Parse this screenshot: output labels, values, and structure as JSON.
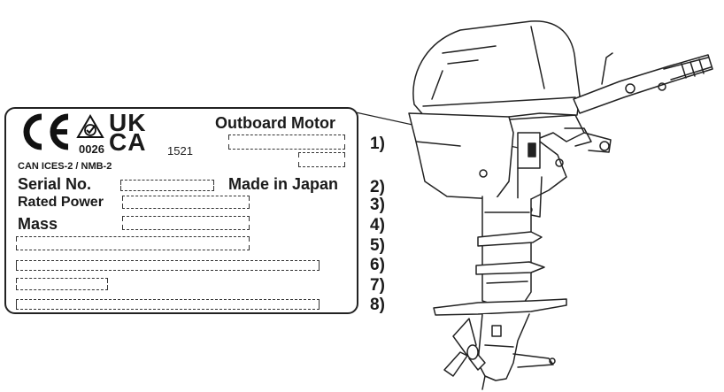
{
  "plate": {
    "marks": {
      "ce": "CE",
      "ukca_top": "UK",
      "ukca_bottom": "CA",
      "notified_body": "0026",
      "ukca_code": "1521"
    },
    "can_ices": "CAN ICES-2 / NMB-2",
    "title": "Outboard Motor",
    "serial_label": "Serial No.",
    "made_in": "Made in Japan",
    "rated_power_label": "Rated Power",
    "mass_label": "Mass"
  },
  "callouts": [
    "1)",
    "2)",
    "3)",
    "4)",
    "5)",
    "6)",
    "7)",
    "8)"
  ],
  "icons": [
    "ce-mark-icon",
    "rcm-mark-icon",
    "ukca-mark-icon",
    "outboard-motor-illustration"
  ]
}
